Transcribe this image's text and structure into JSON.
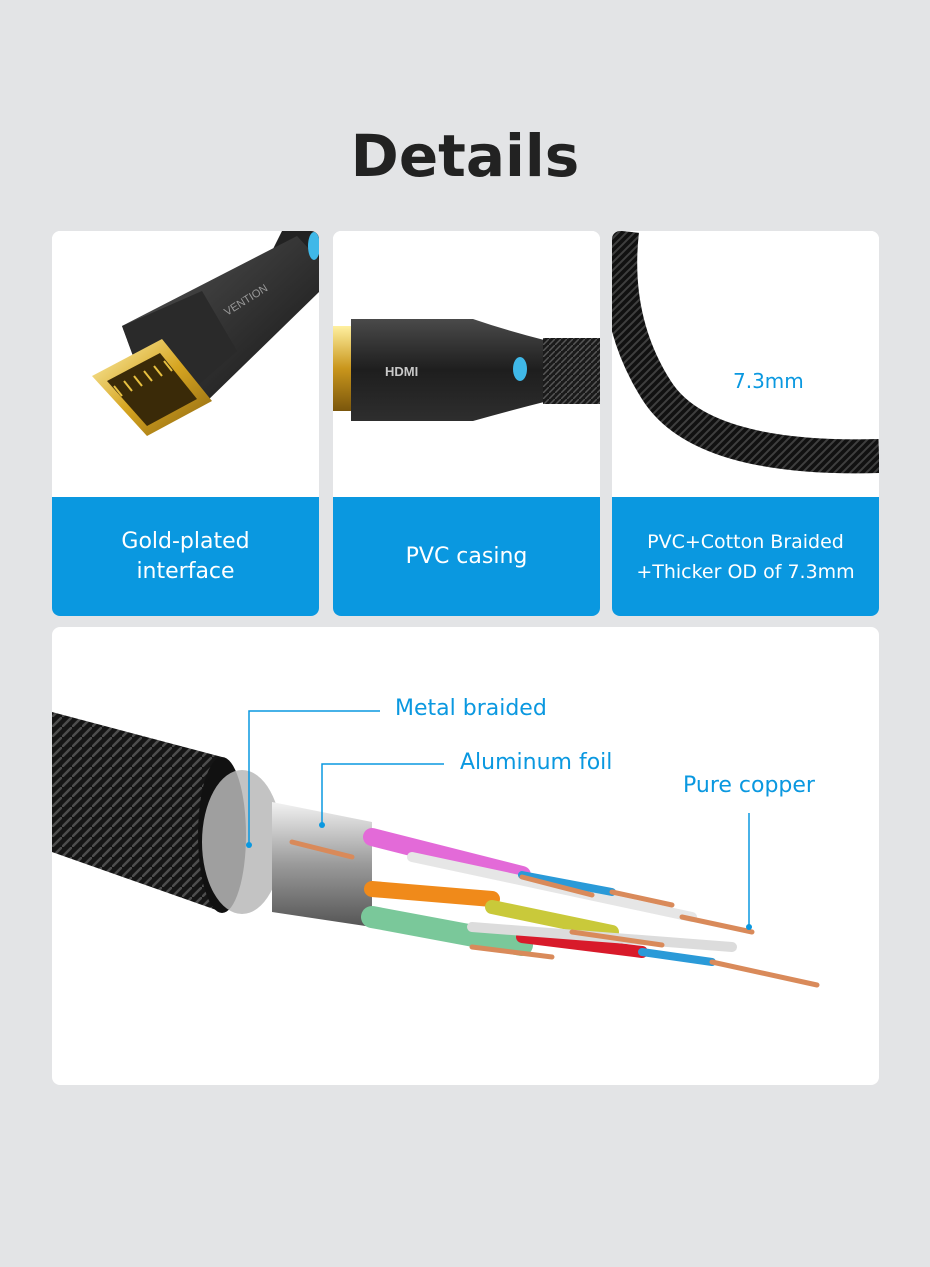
{
  "heading": "Details",
  "cards": [
    {
      "label": "Gold-plated\ninterface"
    },
    {
      "label": "PVC casing",
      "connector_text": "HDMI"
    },
    {
      "label": "PVC+Cotton Braided\n+Thicker OD of 7.3mm",
      "dimension": "7.3mm"
    }
  ],
  "connector_brand": "VENTION",
  "cross_section": {
    "callouts": [
      "Metal braided",
      "Aluminum foil",
      "Pure copper"
    ]
  },
  "colors": {
    "accent": "#0a98e0",
    "background": "#e3e4e6"
  }
}
